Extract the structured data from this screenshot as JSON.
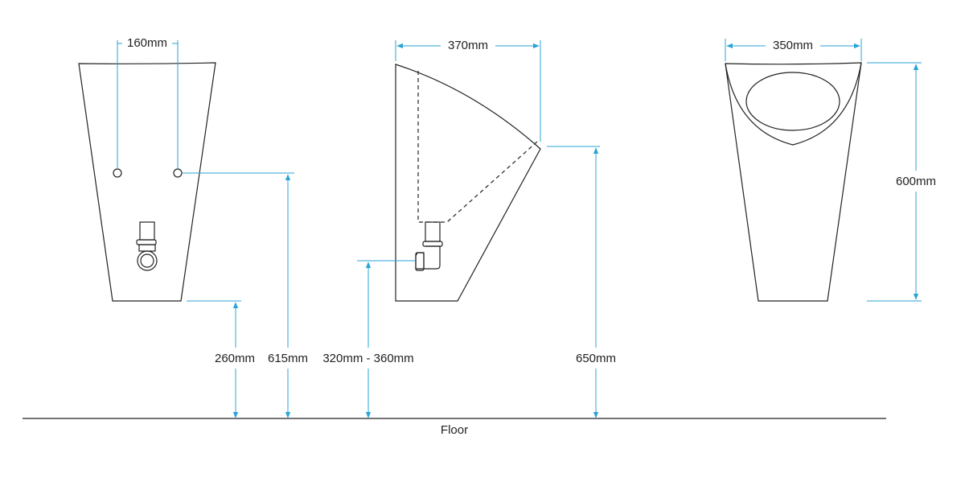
{
  "colors": {
    "dimension": "#29a3d6",
    "outline": "#222222",
    "background": "#ffffff"
  },
  "labels": {
    "front_pipe_spacing": "160mm",
    "side_depth": "370mm",
    "rear_width": "350mm",
    "rear_height": "600mm",
    "base_height": "260mm",
    "inlet_height": "615mm",
    "outlet_height": "320mm - 360mm",
    "rim_height": "650mm",
    "floor": "Floor"
  }
}
